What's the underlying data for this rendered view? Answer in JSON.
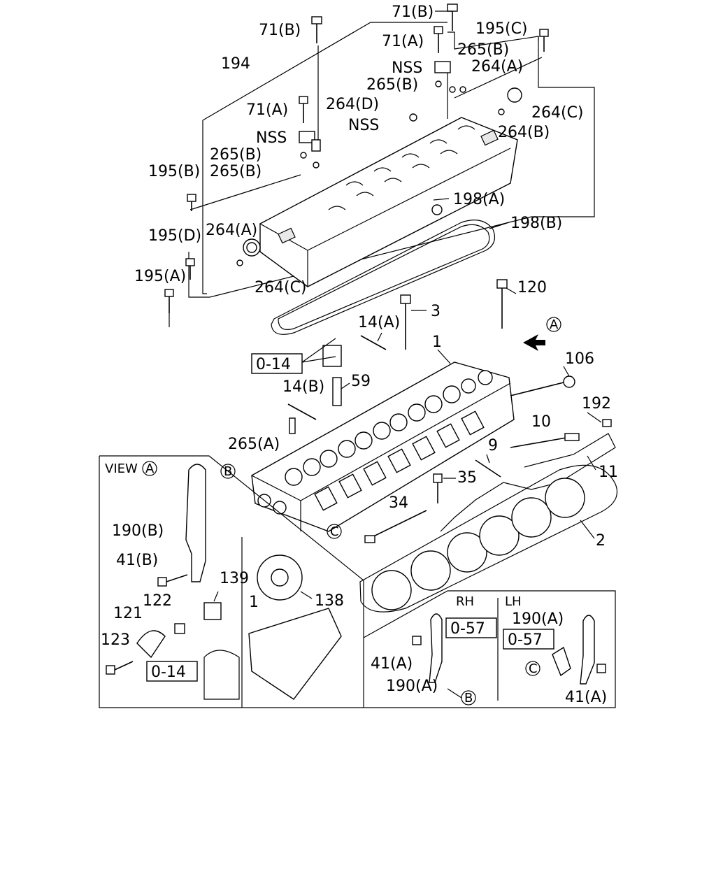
{
  "labels": {
    "l71b_top": "71(B)",
    "l71b_left": "71(B)",
    "l195c": "195(C)",
    "l71a_top": "71(A)",
    "l265b_1": "265(B)",
    "lnss_1": "NSS",
    "l264a_top": "264(A)",
    "l194": "194",
    "l265b_2": "265(B)",
    "l264d": "264(D)",
    "lnss_2": "NSS",
    "l71a_left": "71(A)",
    "l264c_top": "264(C)",
    "lnss_3": "NSS",
    "l264b": "264(B)",
    "l265b_3": "265(B)",
    "l265b_4": "265(B)",
    "l195b": "195(B)",
    "l198a": "198(A)",
    "l198b": "198(B)",
    "l264a_left": "264(A)",
    "l195d": "195(D)",
    "l195a": "195(A)",
    "l264c_bot": "264(C)",
    "l120": "120",
    "l3": "3",
    "l14a": "14(A)",
    "l1": "1",
    "l106": "106",
    "l014_a": "0-14",
    "l59": "59",
    "l14b": "14(B)",
    "l192": "192",
    "l10": "10",
    "l265a": "265(A)",
    "l9": "9",
    "l11": "11",
    "l35": "35",
    "l34": "34",
    "l2": "2",
    "lview": "VIEW",
    "lview_circ": "A",
    "lA_top": "A",
    "lB_circ": "B",
    "lC_circ": "C",
    "l190b": "190(B)",
    "l41b": "41(B)",
    "l139": "139",
    "l138": "138",
    "l122": "122",
    "l121": "121",
    "l1_inset": "1",
    "l123": "123",
    "l014_b": "0-14",
    "lrh": "RH",
    "llh": "LH",
    "l057_rh": "0-57",
    "l057_lh": "0-57",
    "l190a_lh": "190(A)",
    "l41a_rh": "41(A)",
    "l190a_rh": "190(A)",
    "lB_rh": "B",
    "lC_lh": "C",
    "l41a_lh": "41(A)"
  }
}
